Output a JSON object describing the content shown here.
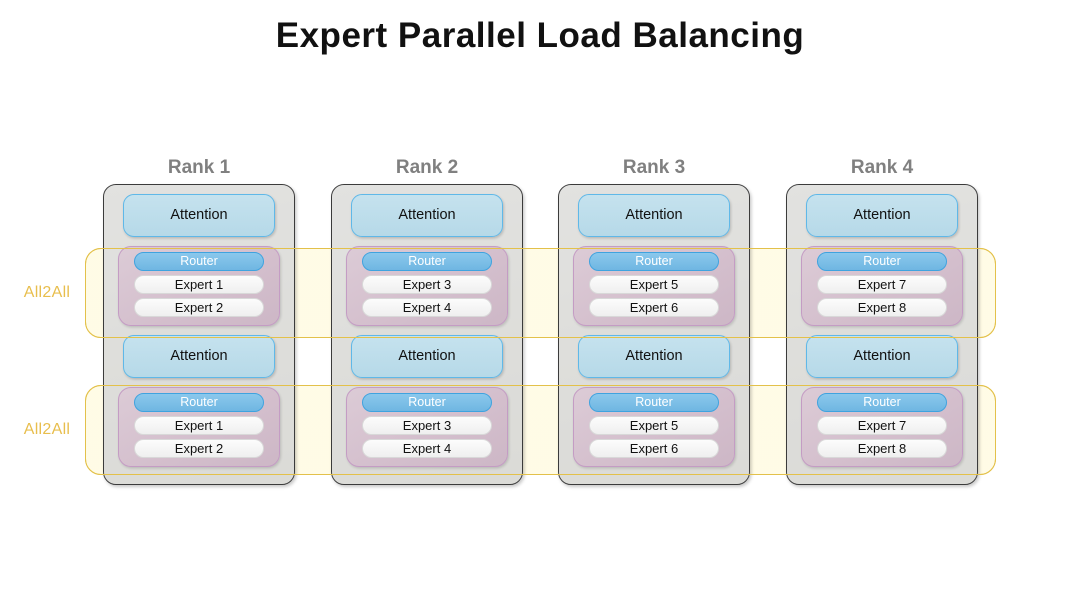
{
  "slide": {
    "title": "Expert Parallel Load Balancing",
    "background_color": "#FFFFFF",
    "title_color": "#111111"
  },
  "colors": {
    "all2all_label": "#E8BE4D",
    "all2all_band_border": "#E3C14A",
    "all2all_band_fill": "#FFFADD",
    "rank_label": "#808080",
    "rank_card_border": "#3B3B3B",
    "rank_card_fill": "#E2E2E2",
    "attention_fill": "#BCDCEA",
    "attention_border": "#5FB8E8",
    "moe_fill": "#D4BFCD",
    "moe_border": "#C49CC4",
    "router_fill": "#7CBDE8",
    "router_border": "#3FA3DF",
    "router_text": "#FFFFFF",
    "expert_fill": "#F7F7F7",
    "expert_border": "#D8D8D8",
    "expert_text": "#111111"
  },
  "all2all_bands": [
    {
      "label": "All2All"
    },
    {
      "label": "All2All"
    }
  ],
  "ranks": [
    {
      "label": "Rank 1",
      "layers": [
        {
          "attention": "Attention",
          "router": "Router",
          "experts": [
            "Expert 1",
            "Expert 2"
          ]
        },
        {
          "attention": "Attention",
          "router": "Router",
          "experts": [
            "Expert 1",
            "Expert 2"
          ]
        }
      ]
    },
    {
      "label": "Rank 2",
      "layers": [
        {
          "attention": "Attention",
          "router": "Router",
          "experts": [
            "Expert 3",
            "Expert 4"
          ]
        },
        {
          "attention": "Attention",
          "router": "Router",
          "experts": [
            "Expert 3",
            "Expert 4"
          ]
        }
      ]
    },
    {
      "label": "Rank 3",
      "layers": [
        {
          "attention": "Attention",
          "router": "Router",
          "experts": [
            "Expert 5",
            "Expert 6"
          ]
        },
        {
          "attention": "Attention",
          "router": "Router",
          "experts": [
            "Expert 5",
            "Expert 6"
          ]
        }
      ]
    },
    {
      "label": "Rank 4",
      "layers": [
        {
          "attention": "Attention",
          "router": "Router",
          "experts": [
            "Expert 7",
            "Expert 8"
          ]
        },
        {
          "attention": "Attention",
          "router": "Router",
          "experts": [
            "Expert 7",
            "Expert 8"
          ]
        }
      ]
    }
  ]
}
